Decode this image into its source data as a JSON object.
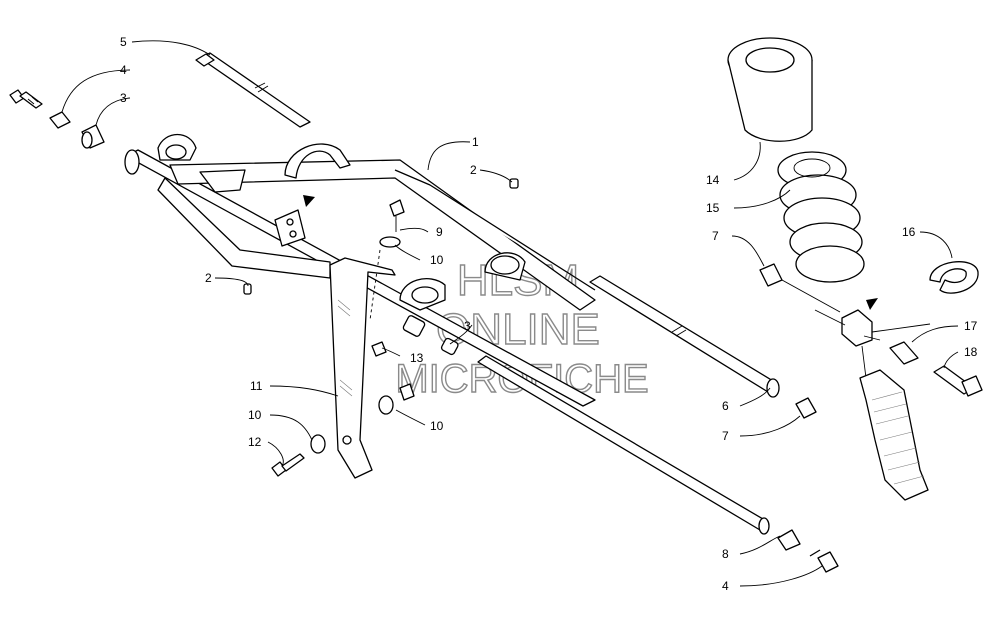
{
  "callouts": [
    {
      "id": "c1",
      "text": "1"
    },
    {
      "id": "c2a",
      "text": "2"
    },
    {
      "id": "c2b",
      "text": "2"
    },
    {
      "id": "c3a",
      "text": "3"
    },
    {
      "id": "c3b",
      "text": "3"
    },
    {
      "id": "c4a",
      "text": "4"
    },
    {
      "id": "c4b",
      "text": "4"
    },
    {
      "id": "c5",
      "text": "5"
    },
    {
      "id": "c6",
      "text": "6"
    },
    {
      "id": "c7a",
      "text": "7"
    },
    {
      "id": "c7b",
      "text": "7"
    },
    {
      "id": "c8",
      "text": "8"
    },
    {
      "id": "c9",
      "text": "9"
    },
    {
      "id": "c10a",
      "text": "10"
    },
    {
      "id": "c10b",
      "text": "10"
    },
    {
      "id": "c10c",
      "text": "10"
    },
    {
      "id": "c11",
      "text": "11"
    },
    {
      "id": "c12",
      "text": "12"
    },
    {
      "id": "c13",
      "text": "13"
    },
    {
      "id": "c14",
      "text": "14"
    },
    {
      "id": "c15",
      "text": "15"
    },
    {
      "id": "c16",
      "text": "16"
    },
    {
      "id": "c17",
      "text": "17"
    },
    {
      "id": "c18",
      "text": "18"
    }
  ],
  "watermark": {
    "line1": "HLSM",
    "line2": "ONLINE",
    "line3": "MICROFICHE"
  }
}
